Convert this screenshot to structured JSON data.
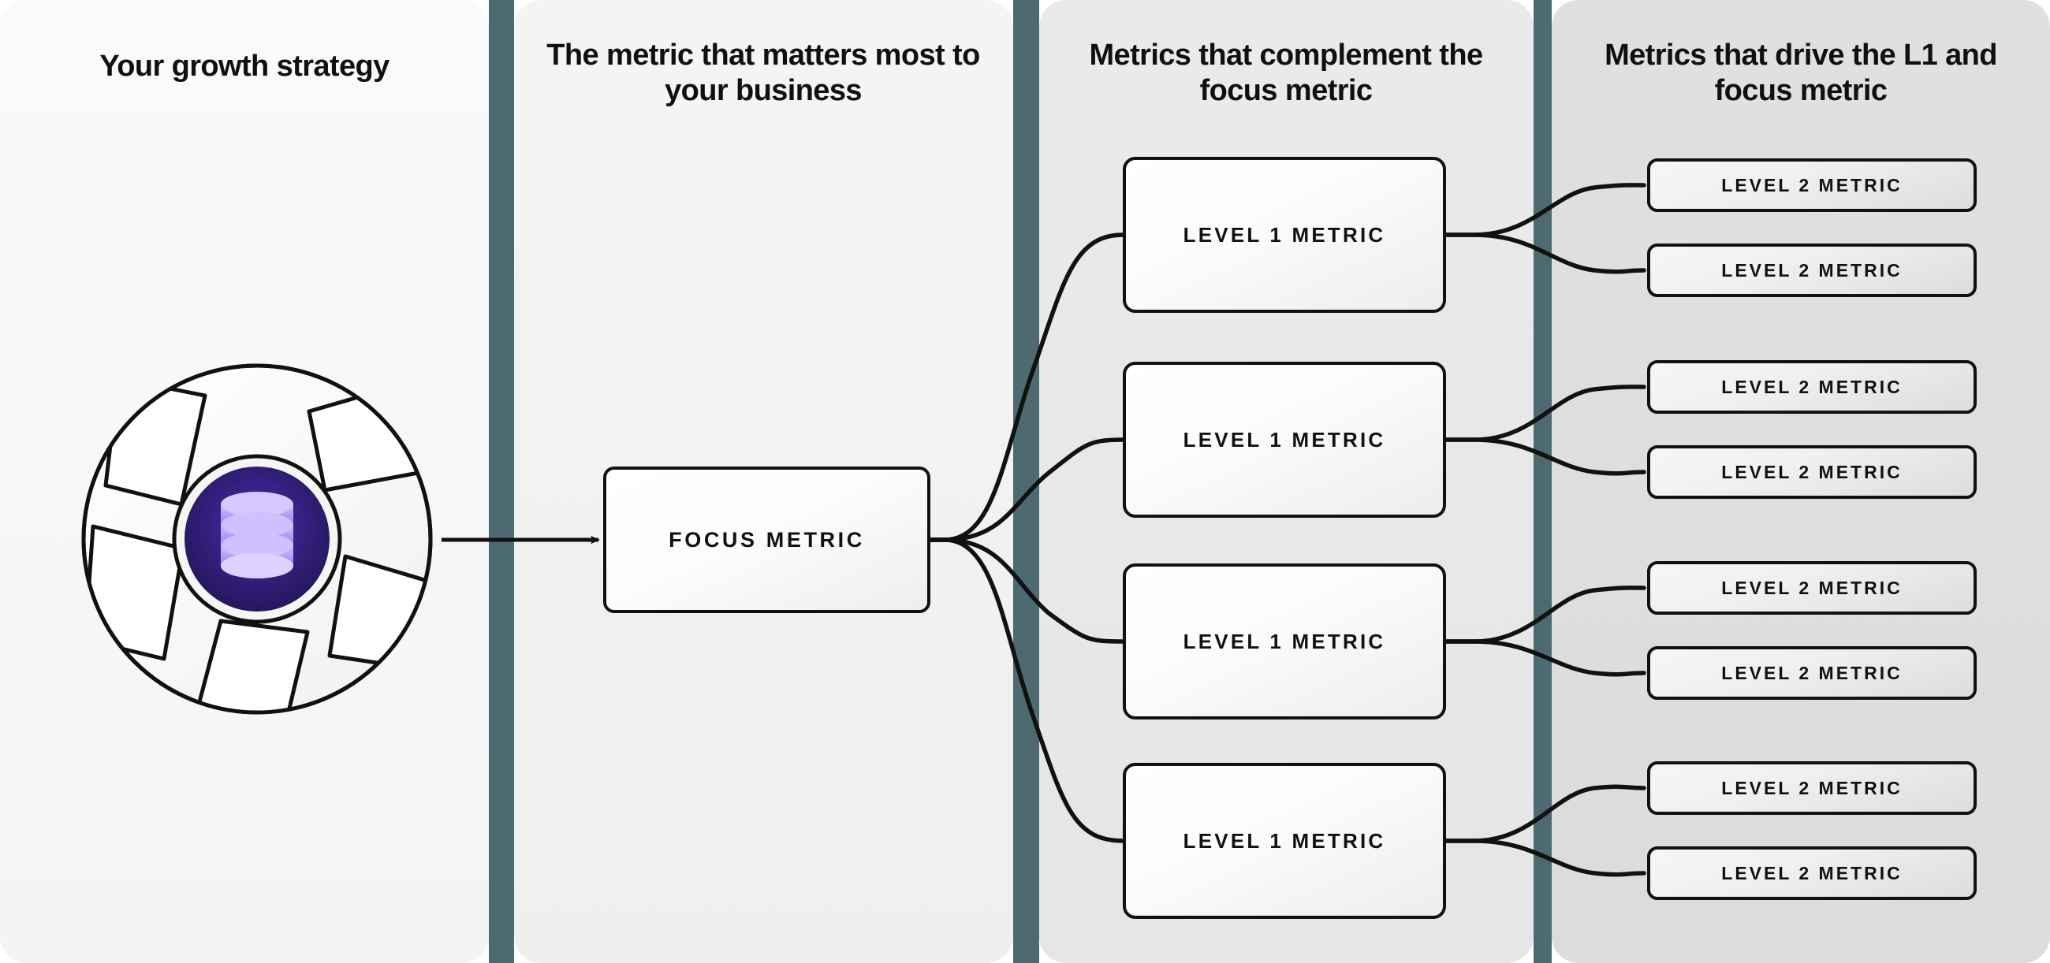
{
  "columns": [
    {
      "id": "growth-strategy",
      "title": "Your growth strategy"
    },
    {
      "id": "focus-metric",
      "title": "The metric that matters most to your business"
    },
    {
      "id": "complement",
      "title": "Metrics that complement the focus metric"
    },
    {
      "id": "drivers",
      "title": "Metrics that drive the L1 and focus metric"
    }
  ],
  "logo": {
    "name": "growth-strategy-pinwheel-logo",
    "core_icon": "database-icon",
    "ring_color": "#f8f8f8",
    "ring_stroke": "#111111",
    "core_color": "#2e1d72",
    "core_accent": "#7c5cf0",
    "icon_color": "#b9a5ff"
  },
  "focus": {
    "label": "FOCUS METRIC"
  },
  "level1": [
    {
      "label": "LEVEL 1 METRIC"
    },
    {
      "label": "LEVEL 1 METRIC"
    },
    {
      "label": "LEVEL 1 METRIC"
    },
    {
      "label": "LEVEL 1 METRIC"
    }
  ],
  "level2": [
    {
      "label": "LEVEL 2 METRIC"
    },
    {
      "label": "LEVEL 2 METRIC"
    },
    {
      "label": "LEVEL 2 METRIC"
    },
    {
      "label": "LEVEL 2 METRIC"
    },
    {
      "label": "LEVEL 2 METRIC"
    },
    {
      "label": "LEVEL 2 METRIC"
    },
    {
      "label": "LEVEL 2 METRIC"
    },
    {
      "label": "LEVEL 2 METRIC"
    }
  ],
  "colors": {
    "divider": "#4d6a72",
    "panel_1_bg": "#f7f7f7",
    "panel_2_bg": "#f2f2f2",
    "panel_3_bg": "#e8e8e8",
    "panel_4_bg": "#dedede",
    "box_border": "#111111",
    "text": "#101010"
  }
}
